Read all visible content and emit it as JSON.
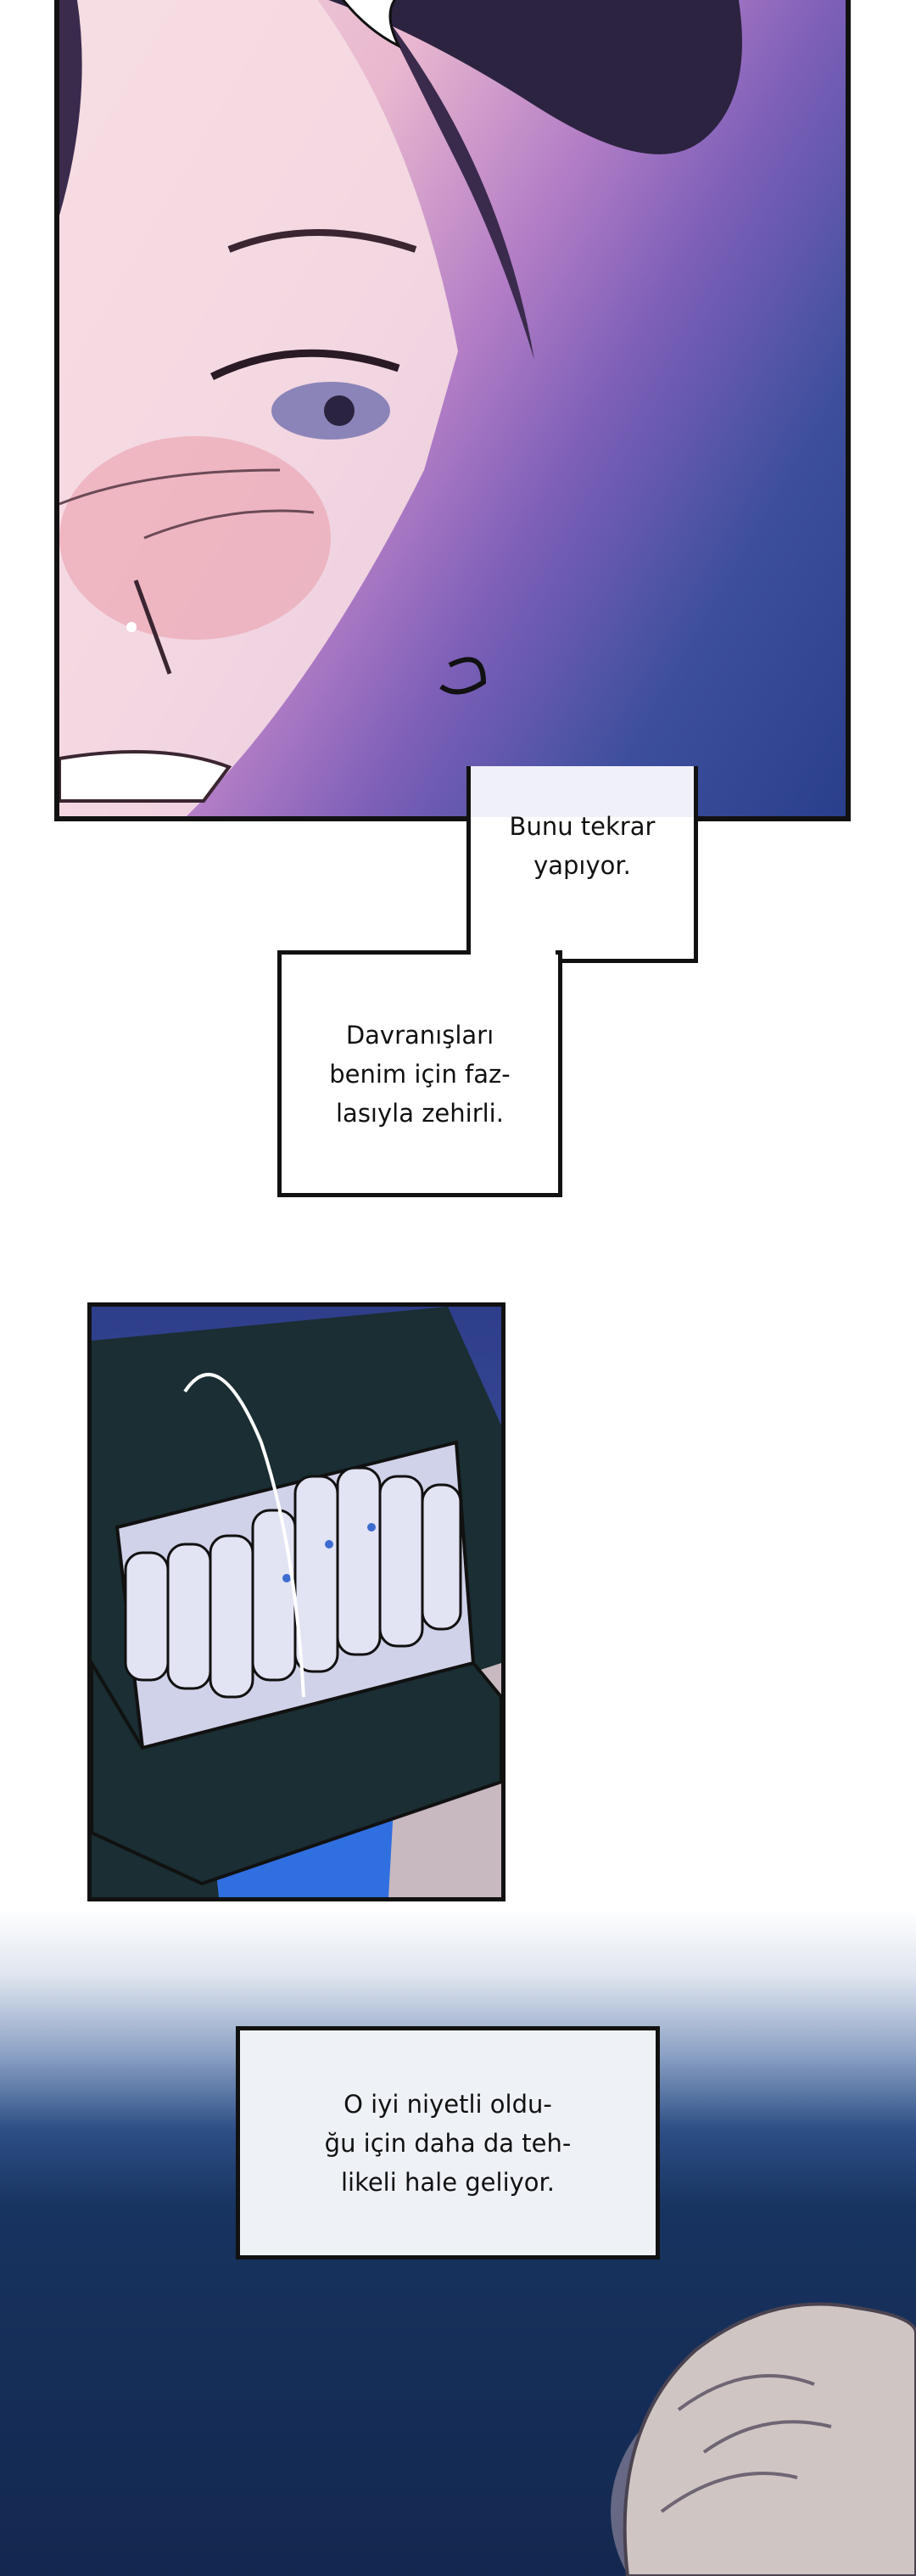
{
  "captions": {
    "first": {
      "lines": [
        "Bunu tekrar",
        "yapıyor."
      ]
    },
    "second": {
      "lines": [
        "Davranışları",
        "benim için faz-",
        "lasıyla zehirli."
      ]
    },
    "third": {
      "lines": [
        "O iyi niyetli oldu-",
        "ğu için daha da teh-",
        "likeli hale geliyor."
      ]
    }
  },
  "colors": {
    "panel_border": "#111111",
    "night_blue": "#13284f",
    "purple": "#7d5fb8",
    "pink": "#e9b7cf"
  }
}
